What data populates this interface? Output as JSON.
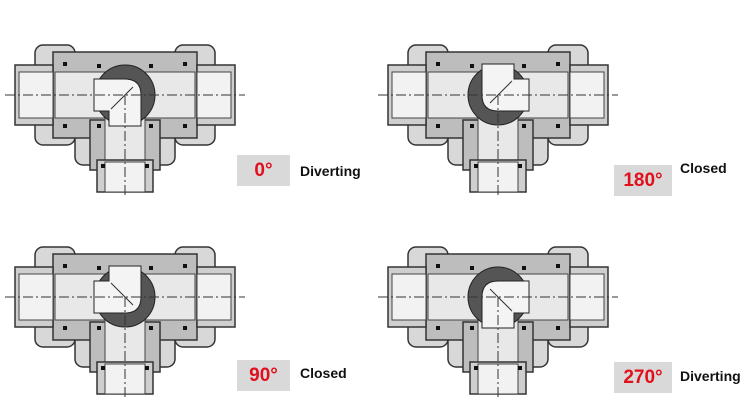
{
  "valves": [
    {
      "angle_label": "0°",
      "angle": 0,
      "mode": "Diverting"
    },
    {
      "angle_label": "180°",
      "angle": 180,
      "mode": "Closed"
    },
    {
      "angle_label": "90°",
      "angle": 90,
      "mode": "Closed"
    },
    {
      "angle_label": "270°",
      "angle": 270,
      "mode": "Diverting"
    }
  ],
  "colors": {
    "label_text": "#e0101c",
    "label_bg": "#d9d9d9",
    "ball": "#555555",
    "body": "#bdbdbd"
  }
}
